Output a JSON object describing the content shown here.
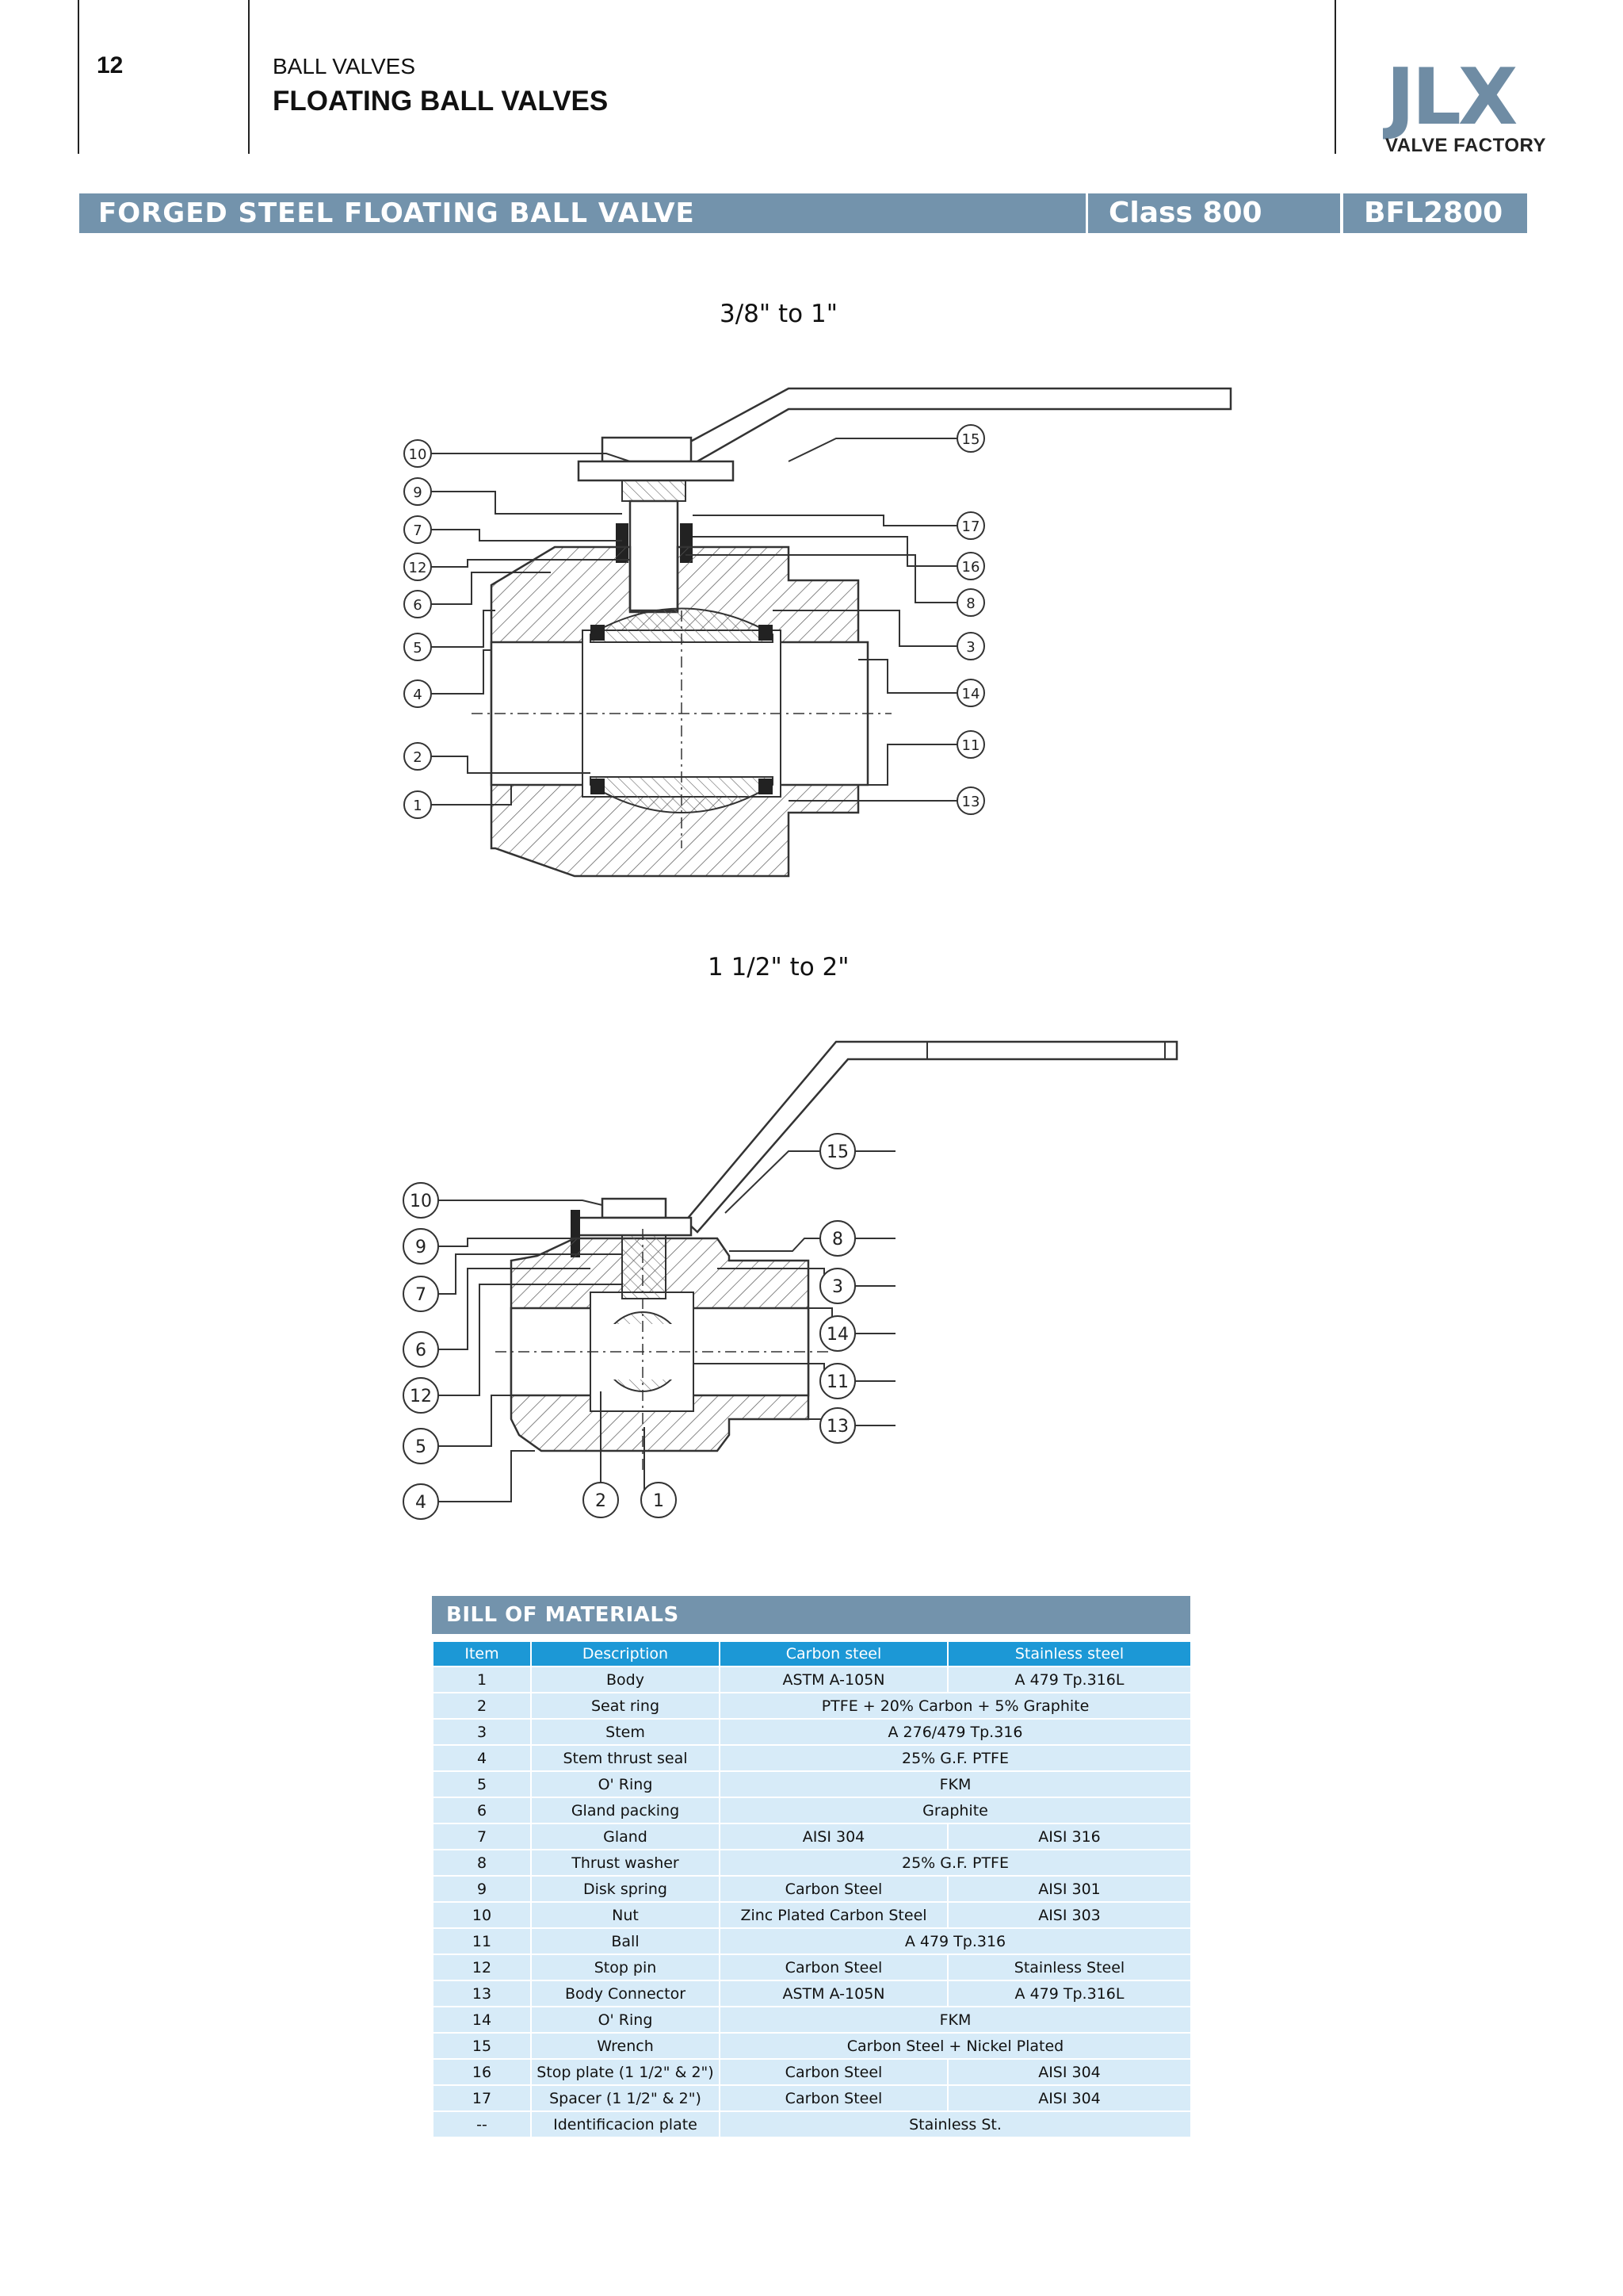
{
  "header": {
    "page_number": "12",
    "section_label": "BALL VALVES",
    "section_title": "FLOATING BALL VALVES",
    "logo_text": "JLX",
    "logo_subtitle": "VALVE FACTORY"
  },
  "title_band": {
    "product": "FORGED STEEL FLOATING BALL VALVE",
    "class": "Class 800",
    "code": "BFL2800"
  },
  "drawings": [
    {
      "caption": "3/8\" to 1\"",
      "callouts_left": [
        "10",
        "9",
        "7",
        "12",
        "6",
        "5",
        "4",
        "2",
        "1"
      ],
      "callouts_right": [
        "15",
        "17",
        "16",
        "8",
        "3",
        "14",
        "11",
        "13"
      ]
    },
    {
      "caption": "1 1/2\" to 2\"",
      "callouts_left": [
        "10",
        "9",
        "7",
        "6",
        "12",
        "5",
        "4"
      ],
      "callouts_right": [
        "15",
        "8",
        "3",
        "14",
        "11",
        "13"
      ],
      "callouts_bottom": [
        "2",
        "1"
      ]
    }
  ],
  "bom": {
    "title": "BILL OF MATERIALS",
    "columns": [
      "Item",
      "Description",
      "Carbon steel",
      "Stainless steel"
    ],
    "rows": [
      {
        "item": "1",
        "description": "Body",
        "carbon": "ASTM A-105N",
        "stainless": "A 479  Tp.316L"
      },
      {
        "item": "2",
        "description": "Seat ring",
        "common": "PTFE + 20% Carbon + 5% Graphite"
      },
      {
        "item": "3",
        "description": "Stem",
        "common": "A 276/479  Tp.316"
      },
      {
        "item": "4",
        "description": "Stem thrust seal",
        "common": "25% G.F. PTFE"
      },
      {
        "item": "5",
        "description": "O' Ring",
        "common": "FKM"
      },
      {
        "item": "6",
        "description": "Gland packing",
        "common": "Graphite"
      },
      {
        "item": "7",
        "description": "Gland",
        "carbon": "AISI 304",
        "stainless": "AISI 316"
      },
      {
        "item": "8",
        "description": "Thrust washer",
        "common": "25% G.F. PTFE"
      },
      {
        "item": "9",
        "description": "Disk spring",
        "carbon": "Carbon Steel",
        "stainless": "AISI 301"
      },
      {
        "item": "10",
        "description": "Nut",
        "carbon": "Zinc Plated Carbon Steel",
        "stainless": "AISI 303"
      },
      {
        "item": "11",
        "description": "Ball",
        "common": "A 479 Tp.316"
      },
      {
        "item": "12",
        "description": "Stop pin",
        "carbon": "Carbon Steel",
        "stainless": "Stainless Steel"
      },
      {
        "item": "13",
        "description": "Body Connector",
        "carbon": "ASTM A-105N",
        "stainless": "A 479  Tp.316L"
      },
      {
        "item": "14",
        "description": "O' Ring",
        "common": "FKM"
      },
      {
        "item": "15",
        "description": "Wrench",
        "common": "Carbon Steel + Nickel Plated"
      },
      {
        "item": "16",
        "description": "Stop plate (1 1/2\" & 2\")",
        "carbon": "Carbon Steel",
        "stainless": "AISI 304"
      },
      {
        "item": "17",
        "description": "Spacer (1 1/2\" & 2\")",
        "carbon": "Carbon Steel",
        "stainless": "AISI 304"
      },
      {
        "item": "--",
        "description": "Identificacion plate",
        "common": "Stainless St."
      }
    ]
  },
  "colors": {
    "band": "#7393ac",
    "table_header": "#1c98d6",
    "table_cell": "#d7ebf8",
    "logo": "#6f8ca4"
  }
}
